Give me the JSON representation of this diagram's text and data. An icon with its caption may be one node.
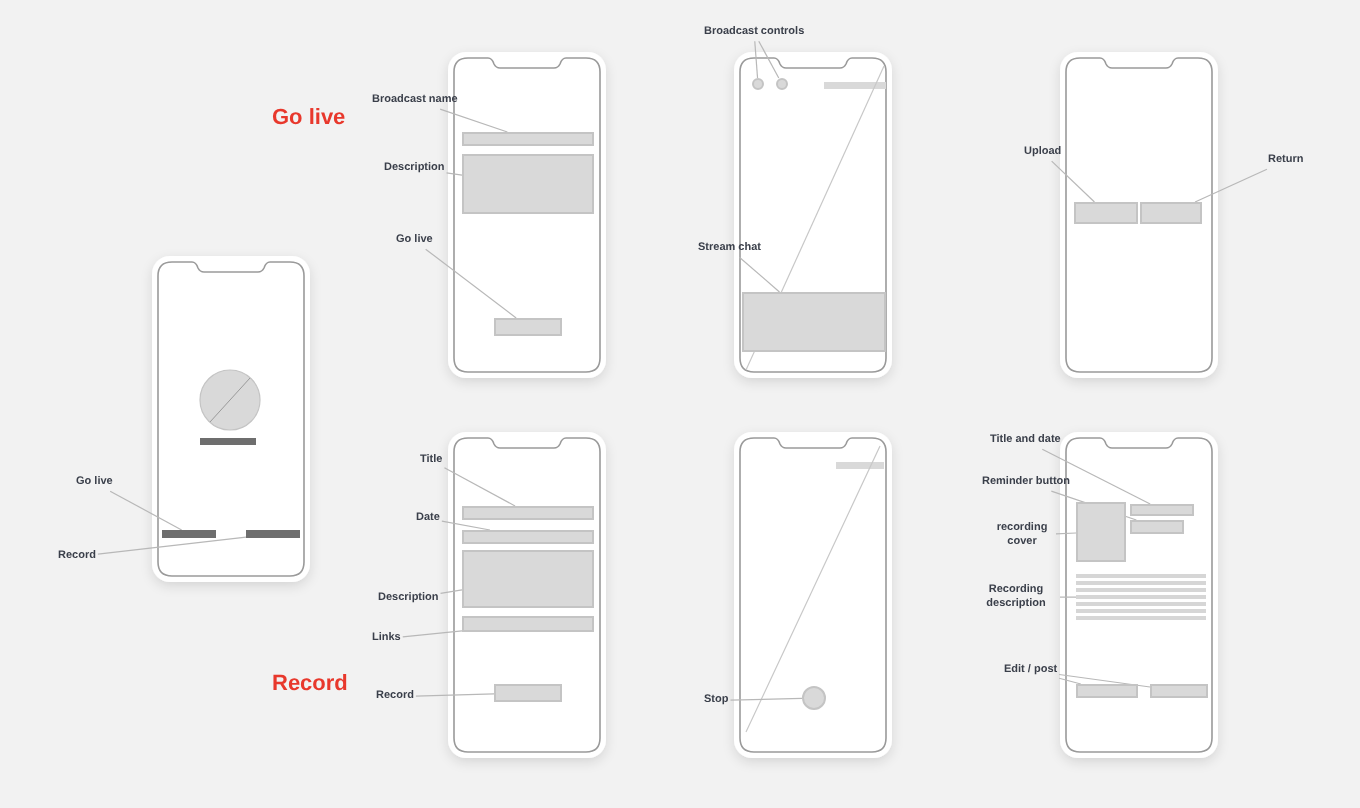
{
  "diagram": {
    "nodes": [
      {
        "text": [
          "Go live"
        ]
      },
      {
        "text": [],
        "shape": "bar"
      },
      {
        "text": [
          "Record"
        ]
      },
      {
        "text": [],
        "shape": "bar"
      },
      {
        "text": [
          "Broadcast name"
        ]
      },
      {
        "text": [],
        "shape": "box"
      },
      {
        "text": [
          "Description"
        ]
      },
      {
        "text": [],
        "shape": "box"
      },
      {
        "text": [
          "Go live"
        ]
      },
      {
        "text": [],
        "shape": "box"
      },
      {
        "text": [
          "Broadcast controls"
        ]
      },
      {
        "text": [],
        "shape": "circle"
      },
      {
        "text": [],
        "shape": "circle"
      },
      {
        "text": [
          "Stream chat"
        ]
      },
      {
        "text": [],
        "shape": "box"
      },
      {
        "text": [
          "Upload"
        ]
      },
      {
        "text": [],
        "shape": "box"
      },
      {
        "text": [
          "Return"
        ]
      },
      {
        "text": [],
        "shape": "box"
      },
      {
        "text": [
          "Title"
        ]
      },
      {
        "text": [],
        "shape": "box"
      },
      {
        "text": [
          "Date"
        ]
      },
      {
        "text": [],
        "shape": "box"
      },
      {
        "text": [
          "Description"
        ]
      },
      {
        "text": [],
        "shape": "box"
      },
      {
        "text": [
          "Links"
        ]
      },
      {
        "text": [],
        "shape": "box"
      },
      {
        "text": [
          "Record"
        ]
      },
      {
        "text": [],
        "shape": "box"
      },
      {
        "text": [
          "Stop"
        ]
      },
      {
        "text": [],
        "shape": "circle"
      },
      {
        "text": [
          "Title and date"
        ]
      },
      {
        "text": [],
        "shape": "box"
      },
      {
        "text": [
          "Reminder button"
        ]
      },
      {
        "text": [],
        "shape": "box"
      },
      {
        "text": [
          "recording cover"
        ]
      },
      {
        "text": [],
        "shape": "box"
      },
      {
        "text": [
          "Recording description"
        ]
      },
      {
        "text": [],
        "shape": "lines"
      },
      {
        "text": [
          "Edit / post"
        ]
      },
      {
        "text": [],
        "shape": "box"
      },
      {
        "text": [],
        "shape": "box"
      }
    ],
    "edges": [
      {
        "from": 0,
        "to": 1,
        "arrow": "none"
      },
      {
        "from": 2,
        "to": 3,
        "arrow": "none"
      },
      {
        "from": 4,
        "to": 5,
        "arrow": "none"
      },
      {
        "from": 6,
        "to": 7,
        "arrow": "none"
      },
      {
        "from": 8,
        "to": 9,
        "arrow": "none"
      },
      {
        "from": 10,
        "to": 11,
        "arrow": "none"
      },
      {
        "from": 10,
        "to": 12,
        "arrow": "none"
      },
      {
        "from": 13,
        "to": 14,
        "arrow": "none"
      },
      {
        "from": 15,
        "to": 16,
        "arrow": "none"
      },
      {
        "from": 17,
        "to": 18,
        "arrow": "none"
      },
      {
        "from": 19,
        "to": 20,
        "arrow": "none"
      },
      {
        "from": 21,
        "to": 22,
        "arrow": "none"
      },
      {
        "from": 23,
        "to": 24,
        "arrow": "none"
      },
      {
        "from": 25,
        "to": 26,
        "arrow": "none"
      },
      {
        "from": 27,
        "to": 28,
        "arrow": "none"
      },
      {
        "from": 29,
        "to": 30,
        "arrow": "none"
      },
      {
        "from": 31,
        "to": 32,
        "arrow": "none"
      },
      {
        "from": 33,
        "to": 34,
        "arrow": "none"
      },
      {
        "from": 35,
        "to": 36,
        "arrow": "none"
      },
      {
        "from": 37,
        "to": 38,
        "arrow": "none"
      },
      {
        "from": 39,
        "to": 40,
        "arrow": "none"
      },
      {
        "from": 39,
        "to": 41,
        "arrow": "none"
      }
    ],
    "labels": [
      "Go live",
      "Record"
    ]
  }
}
